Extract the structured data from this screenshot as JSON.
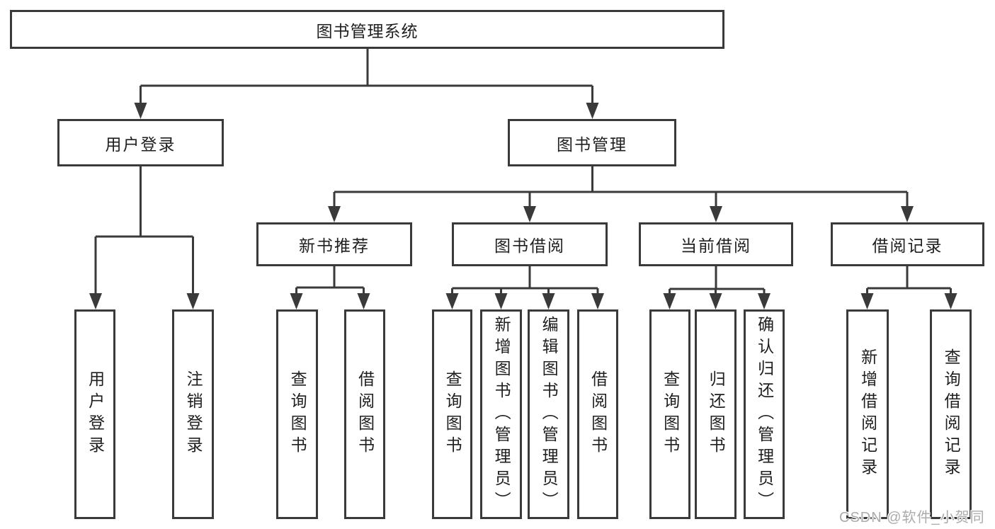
{
  "tree": {
    "root": {
      "label": "图书管理系统"
    },
    "branches": [
      {
        "label": "用户登录",
        "leaves": [
          {
            "label": "用户登录"
          },
          {
            "label": "注销登录"
          }
        ]
      },
      {
        "label": "图书管理",
        "sections": [
          {
            "label": "新书推荐",
            "leaves": [
              {
                "label": "查询图书"
              },
              {
                "label": "借阅图书"
              }
            ]
          },
          {
            "label": "图书借阅",
            "leaves": [
              {
                "label": "查询图书"
              },
              {
                "label": "新增图书（管理员）"
              },
              {
                "label": "编辑图书（管理员）"
              },
              {
                "label": "借阅图书"
              }
            ]
          },
          {
            "label": "当前借阅",
            "leaves": [
              {
                "label": "查询图书"
              },
              {
                "label": "归还图书"
              },
              {
                "label": "确认归还（管理员）"
              }
            ]
          },
          {
            "label": "借阅记录",
            "leaves": [
              {
                "label": "新增借阅记录"
              },
              {
                "label": "查询借阅记录"
              }
            ]
          }
        ]
      }
    ]
  },
  "watermark": "CSDN @软件_小贺同学",
  "colors": {
    "line": "#3a3a3a",
    "text": "#1f1f1f",
    "watermark": "#ababab",
    "background": "#ffffff"
  }
}
